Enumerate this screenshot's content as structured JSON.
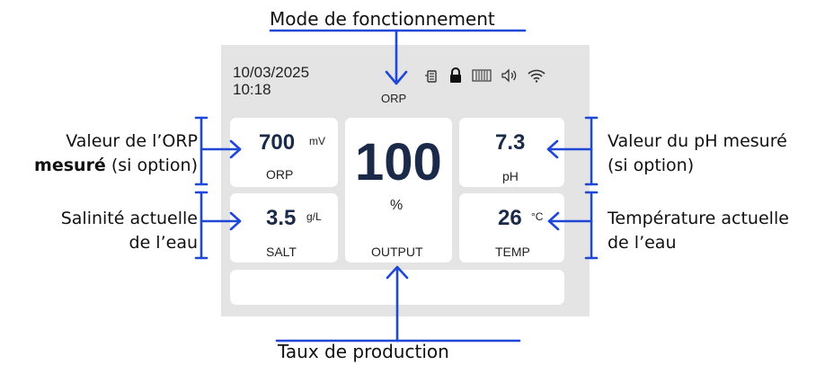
{
  "top_label": "Mode de fonctionnement",
  "bottom_label": "Taux de production",
  "annotations": {
    "orp_line1": "Valeur de l’ORP",
    "orp_line2_bold": "mesuré",
    "orp_line2_rest": " (si option)",
    "salt_line1": "Salinité actuelle",
    "salt_line2": "de l’eau",
    "ph_line1": "Valeur du pH mesuré",
    "ph_line2": "(si option)",
    "temp_line1": "Température  actuelle",
    "temp_line2": "de l’eau"
  },
  "screen": {
    "date": "10/03/2025",
    "time": "10:18",
    "mode": "ORP",
    "status_icons": [
      "electrolysis-icon",
      "lock-icon",
      "cell-icon",
      "speaker-icon",
      "wifi-icon"
    ],
    "orp": {
      "value": "700",
      "unit": "mV",
      "label": "ORP"
    },
    "salt": {
      "value": "3.5",
      "unit": "g/L",
      "label": "SALT"
    },
    "output": {
      "value": "100",
      "unit": "%",
      "label": "OUTPUT"
    },
    "ph": {
      "value": "7.3",
      "label": "pH"
    },
    "temp": {
      "value": "26",
      "unit": "°C",
      "label": "TEMP"
    }
  },
  "colors": {
    "arrow": "#1f47d8",
    "value": "#1a2a48",
    "screen_bg": "#e4e4e4"
  }
}
